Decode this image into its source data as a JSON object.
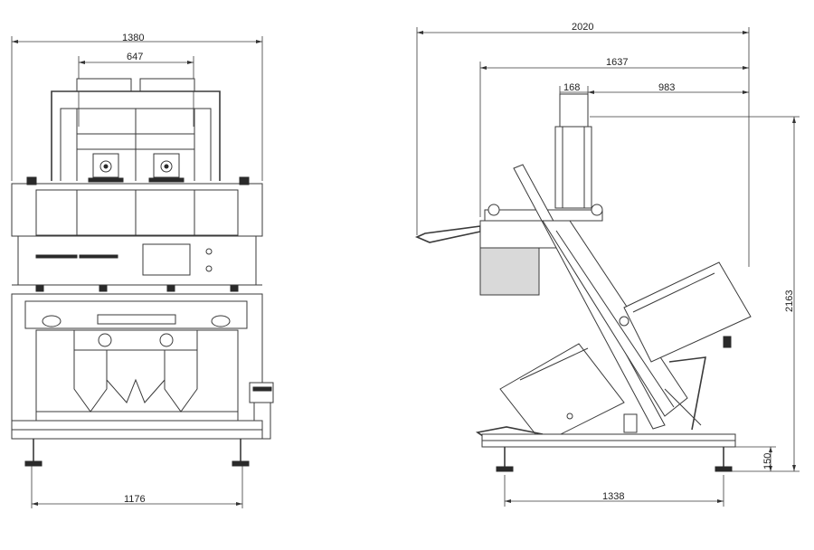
{
  "front_view": {
    "dim_width_top": "1380",
    "dim_chute_width": "647",
    "dim_base_width": "1176"
  },
  "side_view": {
    "dim_overall_length": "2020",
    "dim_body_length": "1637",
    "dim_hopper_offset": "168",
    "dim_hopper_to_back": "983",
    "dim_height": "2163",
    "dim_foot_height": "150",
    "dim_foot_span": "1338"
  }
}
